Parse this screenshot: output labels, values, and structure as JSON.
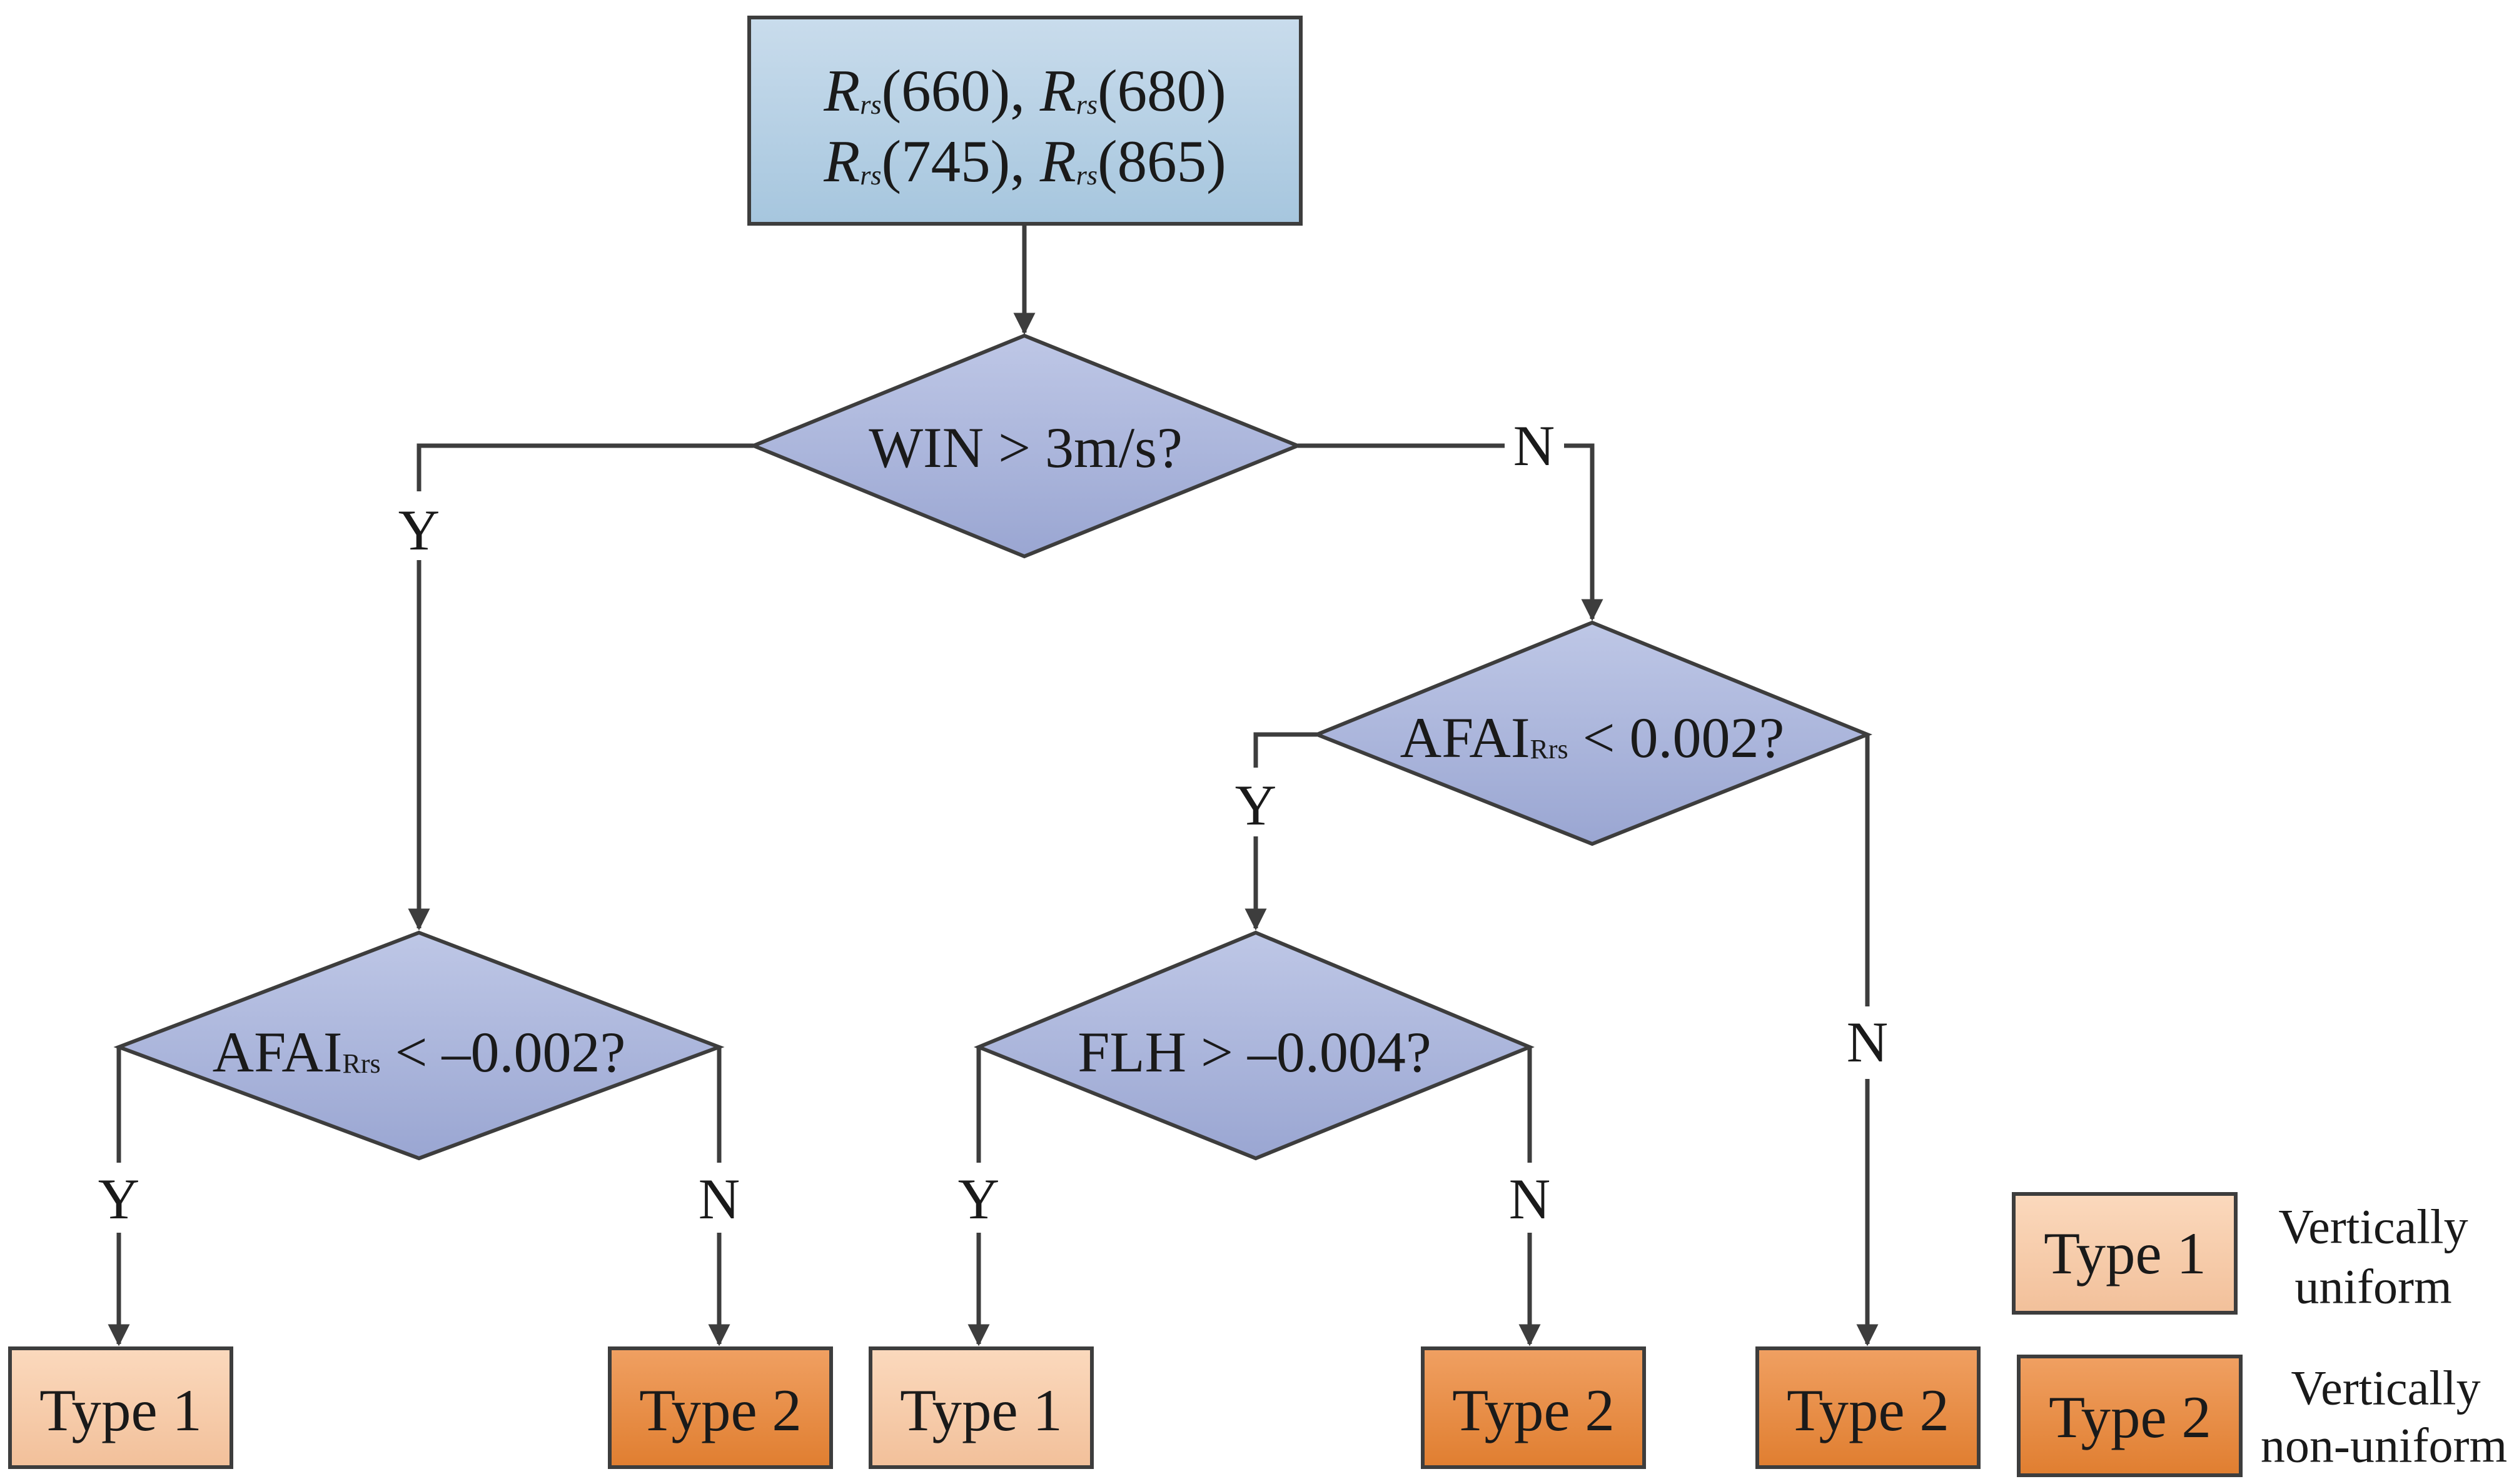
{
  "input_box": {
    "line1": {
      "a_base": "R",
      "a_sub": "rs",
      "a_arg": "(660), ",
      "b_base": "R",
      "b_sub": "rs",
      "b_arg": "(680)"
    },
    "line2": {
      "a_base": "R",
      "a_sub": "rs",
      "a_arg": "(745), ",
      "b_base": "R",
      "b_sub": "rs",
      "b_arg": "(865)"
    }
  },
  "decisions": {
    "win": {
      "text": "WIN > 3m/s?"
    },
    "afai_left": {
      "pre": "AFAI",
      "sub": "Rrs",
      "post": " < –0.002?"
    },
    "afai_right": {
      "pre": "AFAI",
      "sub": "Rrs",
      "post": " < 0.002?"
    },
    "flh": {
      "text": "FLH > –0.004?"
    }
  },
  "edge_labels": {
    "win_yes": "Y",
    "win_no": "N",
    "afai_right_yes": "Y",
    "afai_right_no": "N",
    "afai_left_yes": "Y",
    "afai_left_no": "N",
    "flh_yes": "Y",
    "flh_no": "N"
  },
  "outcomes": [
    {
      "label": "Type 1",
      "kind": "type1"
    },
    {
      "label": "Type 2",
      "kind": "type2"
    },
    {
      "label": "Type 1",
      "kind": "type1"
    },
    {
      "label": "Type 2",
      "kind": "type2"
    },
    {
      "label": "Type 2",
      "kind": "type2"
    }
  ],
  "legend": {
    "type1": {
      "label": "Type 1",
      "desc_line1": "Vertically",
      "desc_line2": "uniform"
    },
    "type2": {
      "label": "Type 2",
      "desc_line1": "Vertically",
      "desc_line2": "non-uniform"
    }
  },
  "colors": {
    "input_top": "#c9dcec",
    "input_bottom": "#a6c6de",
    "diamond_top": "#bec7e6",
    "diamond_bottom": "#9aa6d2",
    "type1_top": "#fbd9bd",
    "type1_bottom": "#f2c09a",
    "type2_top": "#f0a062",
    "type2_bottom": "#e07e30",
    "line": "#3d3d3d"
  }
}
